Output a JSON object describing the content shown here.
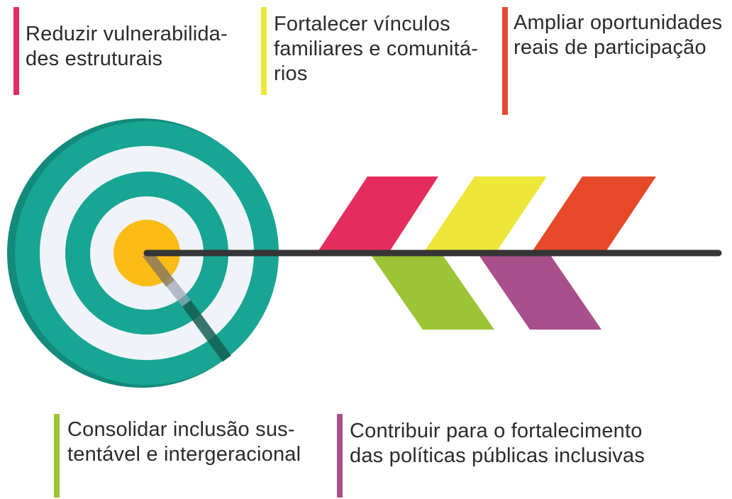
{
  "goals": [
    {
      "id": "reduzir",
      "lines": [
        "Reduzir vulnerabilida-",
        "des estruturais"
      ],
      "color": "#e42d5e"
    },
    {
      "id": "fortalecer",
      "lines": [
        "Fortalecer vínculos",
        "familiares e comunitá-",
        "rios"
      ],
      "color": "#eee73a"
    },
    {
      "id": "ampliar",
      "lines": [
        "Ampliar oportunidades",
        "reais de participação"
      ],
      "color": "#e6492a"
    },
    {
      "id": "consolidar",
      "lines": [
        "Consolidar inclusão sus-",
        "tentável e intergeracional"
      ],
      "color": "#9cc436"
    },
    {
      "id": "contribuir",
      "lines": [
        "Contribuir para o fortalecimento",
        "das políticas públicas inclusivas"
      ],
      "color": "#a8508c"
    }
  ],
  "target": {
    "ring_color": "#18a594",
    "ring_shadow": "#138a7c",
    "gap_color": "#f0f4f8",
    "bullseye_color": "#fbbc16"
  },
  "arrow": {
    "shaft_color": "#343534",
    "shadow_color": "#155e52"
  }
}
